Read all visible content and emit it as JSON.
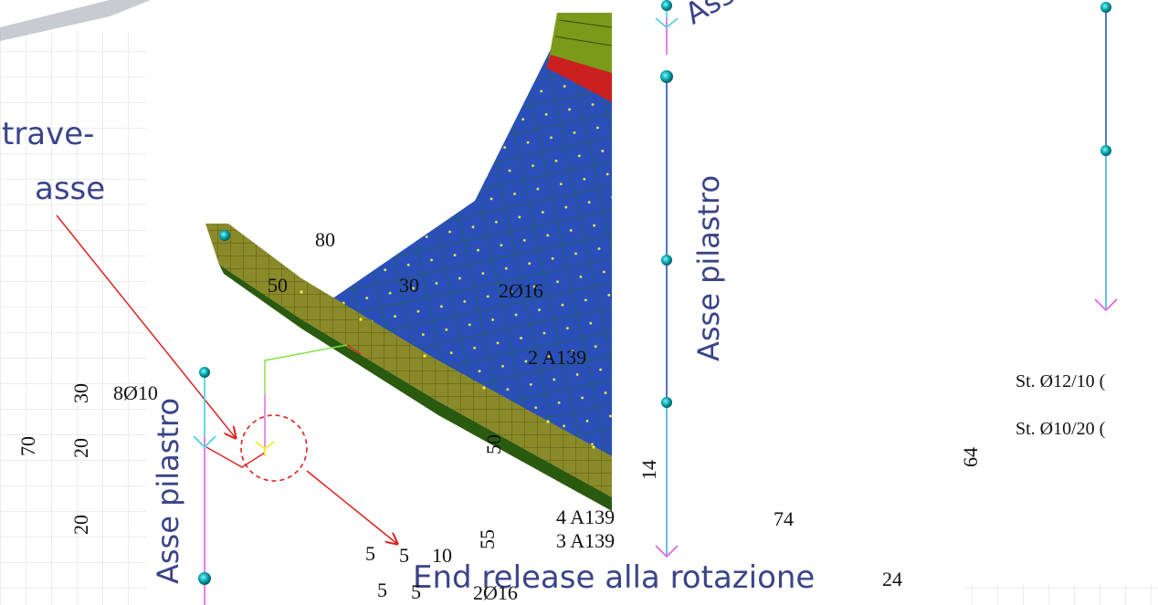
{
  "colors": {
    "slab_blue": "#2a4fb8",
    "beam_olive": "#8a8a2a",
    "ribbon_green": "#7a9a1a",
    "ribbon_red": "#cc2020",
    "node_cyan": "#00a0a8",
    "column_blue": "#6090e0",
    "column_magenta": "#e060e0",
    "annotation_red": "#e02020",
    "label_purple": "#3a4488"
  },
  "annotations": {
    "trave_asse": [
      "trave-",
      "asse"
    ],
    "asse_pilastro_left": "Asse pilastro",
    "asse_pilastro_mid": "Asse pilastro",
    "asse_top": "Asse",
    "end_release": "End release alla rotazione"
  },
  "dimensions": {
    "d80": "80",
    "d50_top": "50",
    "d30_top": "30",
    "d2016_top": "2Ø16",
    "d2a139": "2 A139",
    "d30_left": "30",
    "d8010": "8Ø10",
    "d70": "70",
    "d20a": "20",
    "d20b": "20",
    "d50_mid": "50",
    "d14": "14",
    "d64": "64",
    "d74": "74",
    "d4a139": "4 A139",
    "d3a139": "3 A139",
    "d55": "55",
    "d5a": "5",
    "d5b": "5",
    "d10": "10",
    "d5c": "5",
    "d5d": "5",
    "d2016_bot": "2Ø16",
    "d24": "24"
  },
  "stirrups": [
    "St. Ø12/10 (",
    "St. Ø10/20 ("
  ]
}
